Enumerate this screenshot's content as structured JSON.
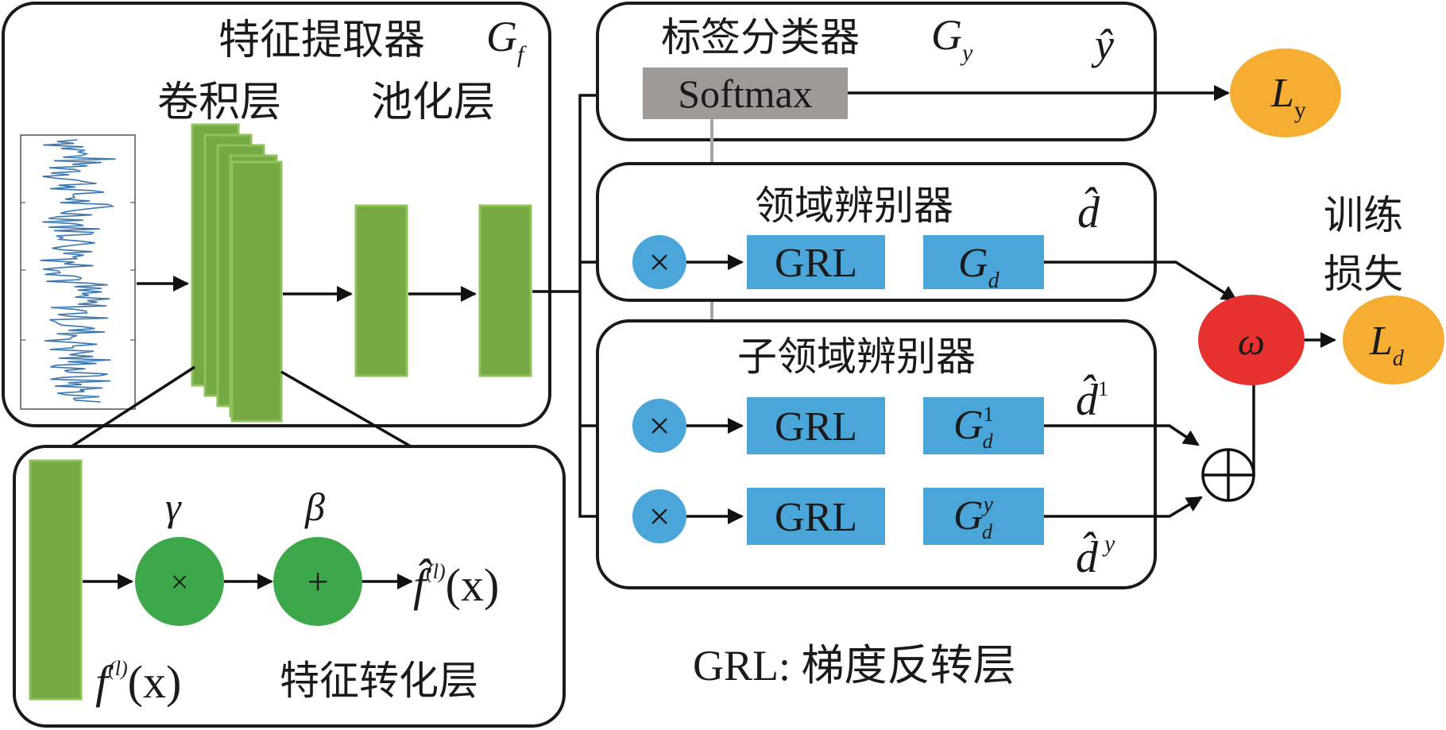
{
  "feature_extractor": {
    "title": "特征提取器",
    "symbol_base": "G",
    "symbol_sub": "f",
    "conv_label": "卷积层",
    "pool_label": "池化层"
  },
  "label_classifier": {
    "title": "标签分类器",
    "symbol_base": "G",
    "symbol_sub": "y",
    "softmax_label": "Softmax",
    "output_label": "ŷ",
    "loss_base": "L",
    "loss_sub": "y"
  },
  "domain_discriminator": {
    "title": "领域辨别器",
    "grl_label": "GRL",
    "gd_base": "G",
    "gd_sub": "d",
    "output_label": "d̂"
  },
  "subdomain_discriminator": {
    "title": "子领域辨别器",
    "grl1_label": "GRL",
    "grl2_label": "GRL",
    "gd1_base": "G",
    "gd1_sub": "d",
    "gd1_sup": "1",
    "gdy_base": "G",
    "gdy_sub": "d",
    "gdy_sup": "y",
    "output1_base": "d̂",
    "output1_sup": "1",
    "outputy_base": "d̂",
    "outputy_sup": "y"
  },
  "training_loss": {
    "title_line1": "训练",
    "title_line2": "损失",
    "omega_label": "ω",
    "sum_symbol": "⊕",
    "loss_base": "L",
    "loss_sub": "d"
  },
  "feature_transform": {
    "title": "特征转化层",
    "gamma_label": "γ",
    "beta_label": "β",
    "times_symbol": "×",
    "plus_symbol": "+",
    "output_base": "f̂",
    "output_sup": "(l)",
    "output_arg": "(x)",
    "input_base": "f",
    "input_sup": "(l)",
    "input_arg": "(x)"
  },
  "multiply_symbol": "×",
  "legend": "GRL: 梯度反转层",
  "colors": {
    "conv_green": "#76a844",
    "blue_block": "#4aa6d8",
    "softmax_gray": "#9f9a95",
    "loss_orange": "#f5ae32",
    "omega_red": "#e6312e",
    "transform_green": "#3da84a"
  }
}
